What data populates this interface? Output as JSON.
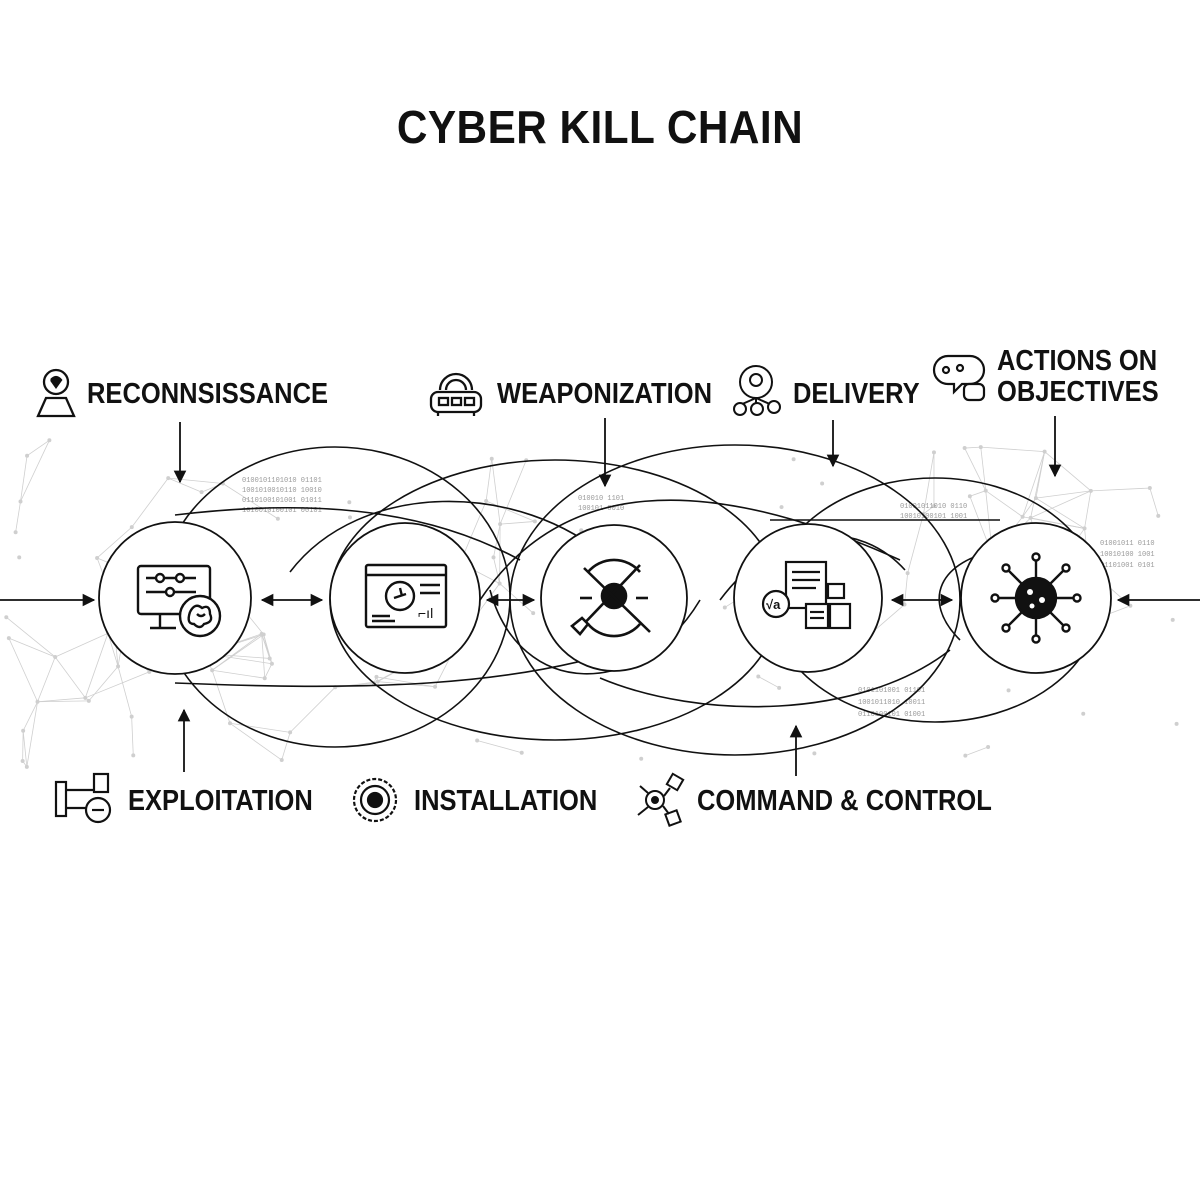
{
  "title": "CYBER KILL CHAIN",
  "stages_top": [
    {
      "label": "RECONNSISSANCE",
      "icon": "person-pin-icon"
    },
    {
      "label": "WEAPONIZATION",
      "icon": "device-icon"
    },
    {
      "label": "DELIVERY",
      "icon": "network-hub-icon"
    },
    {
      "label": "ACTIONS ON\nOBJECTIVES",
      "icon": "chat-bubble-icon"
    }
  ],
  "stages_bottom": [
    {
      "label": "EXPLOITATION",
      "icon": "hardware-key-icon"
    },
    {
      "label": "INSTALLATION",
      "icon": "virus-gear-icon"
    },
    {
      "label": "COMMAND & CONTROL",
      "icon": "control-nodes-icon"
    }
  ],
  "nodes": [
    {
      "icon": "monitor-brain-icon"
    },
    {
      "icon": "document-target-icon"
    },
    {
      "icon": "crosshair-tools-icon"
    },
    {
      "icon": "documents-stack-icon"
    },
    {
      "icon": "virus-icon"
    }
  ],
  "colors": {
    "ink": "#111111",
    "background": "#ffffff",
    "network": "#c8c8c8"
  }
}
